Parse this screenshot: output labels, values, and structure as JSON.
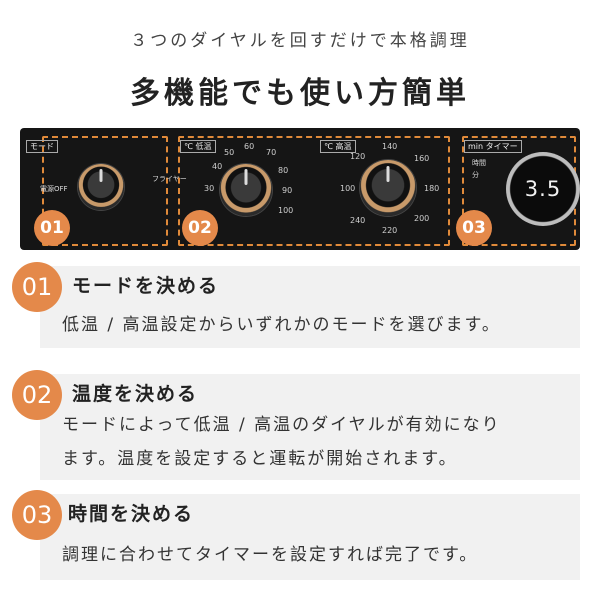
{
  "header": {
    "subtitle": "３つのダイヤルを回すだけで本格調理",
    "headline": "多機能でも使い方簡単"
  },
  "panel": {
    "mode_label": "モード",
    "mode_off": "電源OFF",
    "mode_fryer": "フライヤー",
    "temp_label": "℃ 低温",
    "temp_high_label": "℃ 高温",
    "low_ticks": [
      "40",
      "50",
      "60",
      "70",
      "80",
      "90",
      "100",
      "30"
    ],
    "high_ticks": [
      "120",
      "140",
      "160",
      "180",
      "200",
      "220",
      "240",
      "100"
    ],
    "timer_label": "min タイマー",
    "timer_side_hours": "時間",
    "timer_side_min": "分",
    "timer_display": "3.5",
    "badges": [
      "01",
      "02",
      "03"
    ]
  },
  "steps": [
    {
      "number": "01",
      "title": "モードを決める",
      "lines": [
        "低温 / 高温設定からいずれかのモードを選びます。"
      ]
    },
    {
      "number": "02",
      "title": "温度を決める",
      "lines": [
        "モードによって低温 / 高温のダイヤルが有効になり",
        "ます。温度を設定すると運転が開始されます。"
      ]
    },
    {
      "number": "03",
      "title": "時間を決める",
      "lines": [
        "調理に合わせてタイマーを設定すれば完了です。"
      ]
    }
  ],
  "colors": {
    "accent": "#e4894a",
    "panel": "#151515",
    "band": "#f1f1f1"
  }
}
